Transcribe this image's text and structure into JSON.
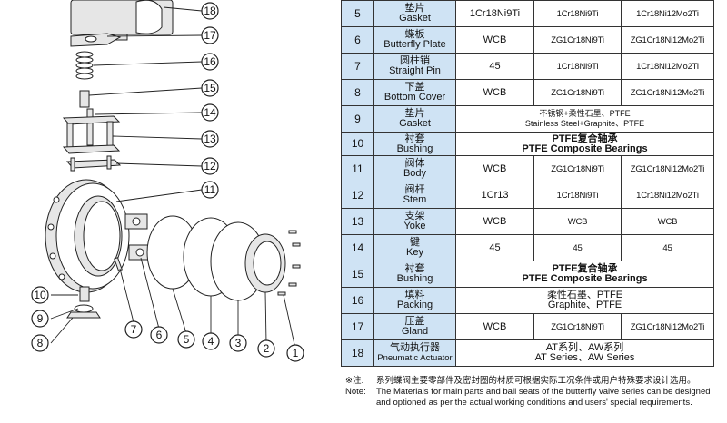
{
  "callouts": [
    "18",
    "17",
    "16",
    "15",
    "14",
    "13",
    "12",
    "11",
    "10",
    "9",
    "8",
    "7",
    "6",
    "5",
    "4",
    "3",
    "2",
    "1"
  ],
  "table": {
    "rows": [
      {
        "no": "5",
        "zh": "垫片",
        "en": "Gasket",
        "m1": "1Cr18Ni9Ti",
        "m2": "1Cr18Ni9Ti",
        "m3": "1Cr18Ni12Mo2Ti"
      },
      {
        "no": "6",
        "zh": "蝶板",
        "en": "Butterfly Plate",
        "m1": "WCB",
        "m2": "ZG1Cr18Ni9Ti",
        "m3": "ZG1Cr18Ni12Mo2Ti"
      },
      {
        "no": "7",
        "zh": "圆柱销",
        "en": "Straight Pin",
        "m1": "45",
        "m2": "1Cr18Ni9Ti",
        "m3": "1Cr18Ni12Mo2Ti"
      },
      {
        "no": "8",
        "zh": "下盖",
        "en": "Bottom Cover",
        "m1": "WCB",
        "m2": "ZG1Cr18Ni9Ti",
        "m3": "ZG1Cr18Ni12Mo2Ti"
      },
      {
        "no": "9",
        "zh": "垫片",
        "en": "Gasket",
        "span_l1": "不锈钢+柔性石墨、PTFE",
        "span_l2": "Stainless Steel+Graphite、PTFE",
        "style": "tiny"
      },
      {
        "no": "10",
        "zh": "衬套",
        "en": "Bushing",
        "span_l1": "PTFE复合轴承",
        "span_l2": "PTFE Composite Bearings",
        "style": "bold"
      },
      {
        "no": "11",
        "zh": "阀体",
        "en": "Body",
        "m1": "WCB",
        "m2": "ZG1Cr18Ni9Ti",
        "m3": "ZG1Cr18Ni12Mo2Ti"
      },
      {
        "no": "12",
        "zh": "阀杆",
        "en": "Stem",
        "m1": "1Cr13",
        "m2": "1Cr18Ni9Ti",
        "m3": "1Cr18Ni12Mo2Ti"
      },
      {
        "no": "13",
        "zh": "支架",
        "en": "Yoke",
        "m1": "WCB",
        "m2": "WCB",
        "m3": "WCB"
      },
      {
        "no": "14",
        "zh": "键",
        "en": "Key",
        "m1": "45",
        "m2": "45",
        "m3": "45"
      },
      {
        "no": "15",
        "zh": "衬套",
        "en": "Bushing",
        "span_l1": "PTFE复合轴承",
        "span_l2": "PTFE Composite Bearings",
        "style": "bold"
      },
      {
        "no": "16",
        "zh": "填料",
        "en": "Packing",
        "span_l1": "柔性石墨、PTFE",
        "span_l2": "Graphite、PTFE",
        "style": "plain"
      },
      {
        "no": "17",
        "zh": "压盖",
        "en": "Gland",
        "m1": "WCB",
        "m2": "ZG1Cr18Ni9Ti",
        "m3": "ZG1Cr18Ni12Mo2Ti"
      },
      {
        "no": "18",
        "zh": "气动执行器",
        "en": "Pneumatic Actuator",
        "span_l1": "AT系列、AW系列",
        "span_l2": "AT Series、AW Series",
        "style": "plain",
        "en_small": true
      }
    ]
  },
  "note": {
    "zh_label": "※注:",
    "zh_text": "系列蝶阀主要零部件及密封圈的材质可根据实际工况条件或用户特殊要求设计选用。",
    "en_label": "Note:",
    "en_text1": "The Materials for main parts and ball seats of the butterfly valve series can be designed",
    "en_text2": "and optioned as per the actual working conditions and users' special requirements."
  }
}
